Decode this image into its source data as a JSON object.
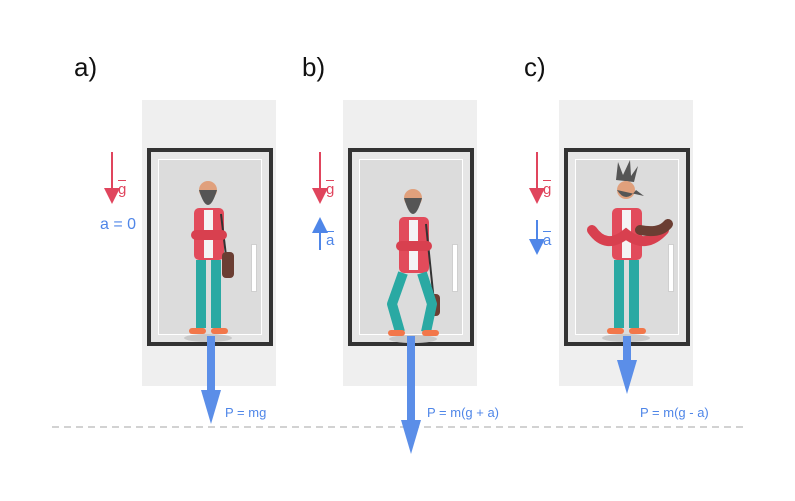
{
  "panels": [
    {
      "label": "a)",
      "g": "g",
      "accel_text": "a = 0",
      "weight": "P = mg"
    },
    {
      "label": "b)",
      "g": "g",
      "a": "a",
      "weight": "P = m(g + a)"
    },
    {
      "label": "c)",
      "g": "g",
      "a": "a",
      "weight": "P = m(g - a)"
    }
  ],
  "colors": {
    "gravity": "#e0455d",
    "accel": "#4f86e8",
    "weight": "#4f86e8",
    "baseline": "#bdbdbd"
  }
}
